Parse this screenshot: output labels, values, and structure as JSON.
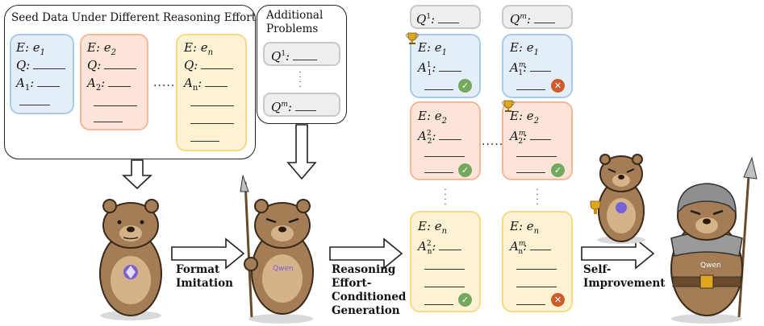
{
  "seed": {
    "title": "Seed Data Under Different Reasoning Efforts",
    "e1": "E: e1",
    "e2": "E: e2",
    "en": "E: en",
    "q": "Q:",
    "a1": "A1:",
    "a2": "A2:",
    "an": "An:",
    "dots": "......"
  },
  "additional": {
    "title_line1": "Additional",
    "title_line2": "Problems",
    "q1": "Q1:",
    "qm": "Qm:"
  },
  "generated": {
    "q1": "Q1:",
    "qm": "Qm:",
    "col1": {
      "e1": "E: e1",
      "a1": "A1:",
      "e2": "E: e2",
      "a2": "A2:",
      "en": "E: en",
      "an": "An:"
    },
    "colm": {
      "e1": "E: e1",
      "a1": "A1:",
      "e2": "E: e2",
      "a2": "A2:",
      "en": "E: en",
      "an": "An:"
    },
    "dots": "......"
  },
  "labels": {
    "format_imitation": [
      "Format",
      "Imitation"
    ],
    "reasoning": [
      "Reasoning",
      "Effort-",
      "Conditioned",
      "Generation"
    ],
    "self_improvement": [
      "Self-",
      "Improvement"
    ]
  },
  "logo_text": "Qwen",
  "colors": {
    "blue": "#e3eef9",
    "peach": "#fde4d8",
    "yellow": "#fdf3d4",
    "gray": "#eeeeee",
    "check": "#74a85e",
    "cross": "#cf5a2a",
    "bear": "#a9825a"
  }
}
